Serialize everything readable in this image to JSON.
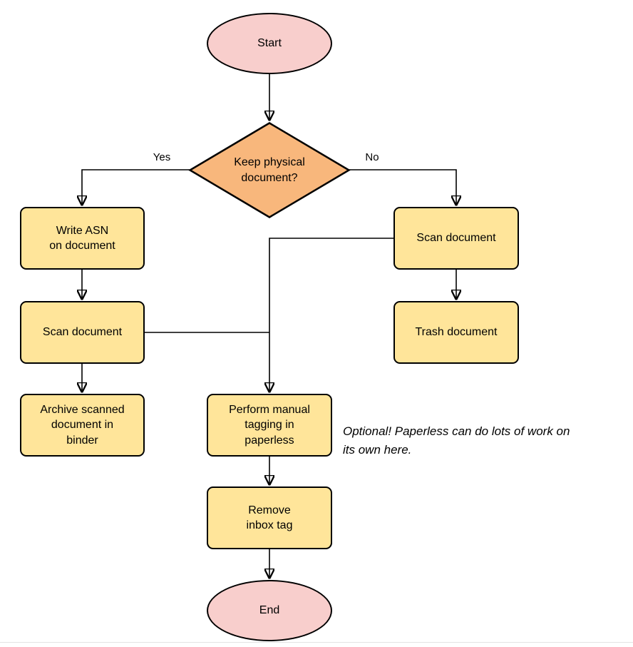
{
  "diagram": {
    "type": "flowchart",
    "nodes": {
      "start": {
        "label": "Start",
        "shape": "ellipse",
        "fill": "#f8cecc"
      },
      "decision": {
        "label": "Keep physical\ndocument?",
        "shape": "diamond",
        "fill": "#f8b77c"
      },
      "write_asn": {
        "label": "Write ASN\non document",
        "shape": "process",
        "fill": "#ffe59a"
      },
      "scan_left": {
        "label": "Scan document",
        "shape": "process",
        "fill": "#ffe59a"
      },
      "archive": {
        "label": "Archive scanned\ndocument in\nbinder",
        "shape": "process",
        "fill": "#ffe59a"
      },
      "scan_right": {
        "label": "Scan document",
        "shape": "process",
        "fill": "#ffe59a"
      },
      "trash": {
        "label": "Trash document",
        "shape": "process",
        "fill": "#ffe59a"
      },
      "tagging": {
        "label": "Perform manual\ntagging in\npaperless",
        "shape": "process",
        "fill": "#ffe59a"
      },
      "remove_inbox": {
        "label": "Remove\ninbox tag",
        "shape": "process",
        "fill": "#ffe59a"
      },
      "end": {
        "label": "End",
        "shape": "ellipse",
        "fill": "#f8cecc"
      }
    },
    "edge_labels": {
      "yes": "Yes",
      "no": "No"
    },
    "note": "Optional! Paperless can do lots of work on\nits own here.",
    "colors": {
      "stroke": "#000000",
      "terminal_fill": "#f8cecc",
      "decision_fill": "#f8b77c",
      "process_fill": "#ffe59a"
    }
  }
}
